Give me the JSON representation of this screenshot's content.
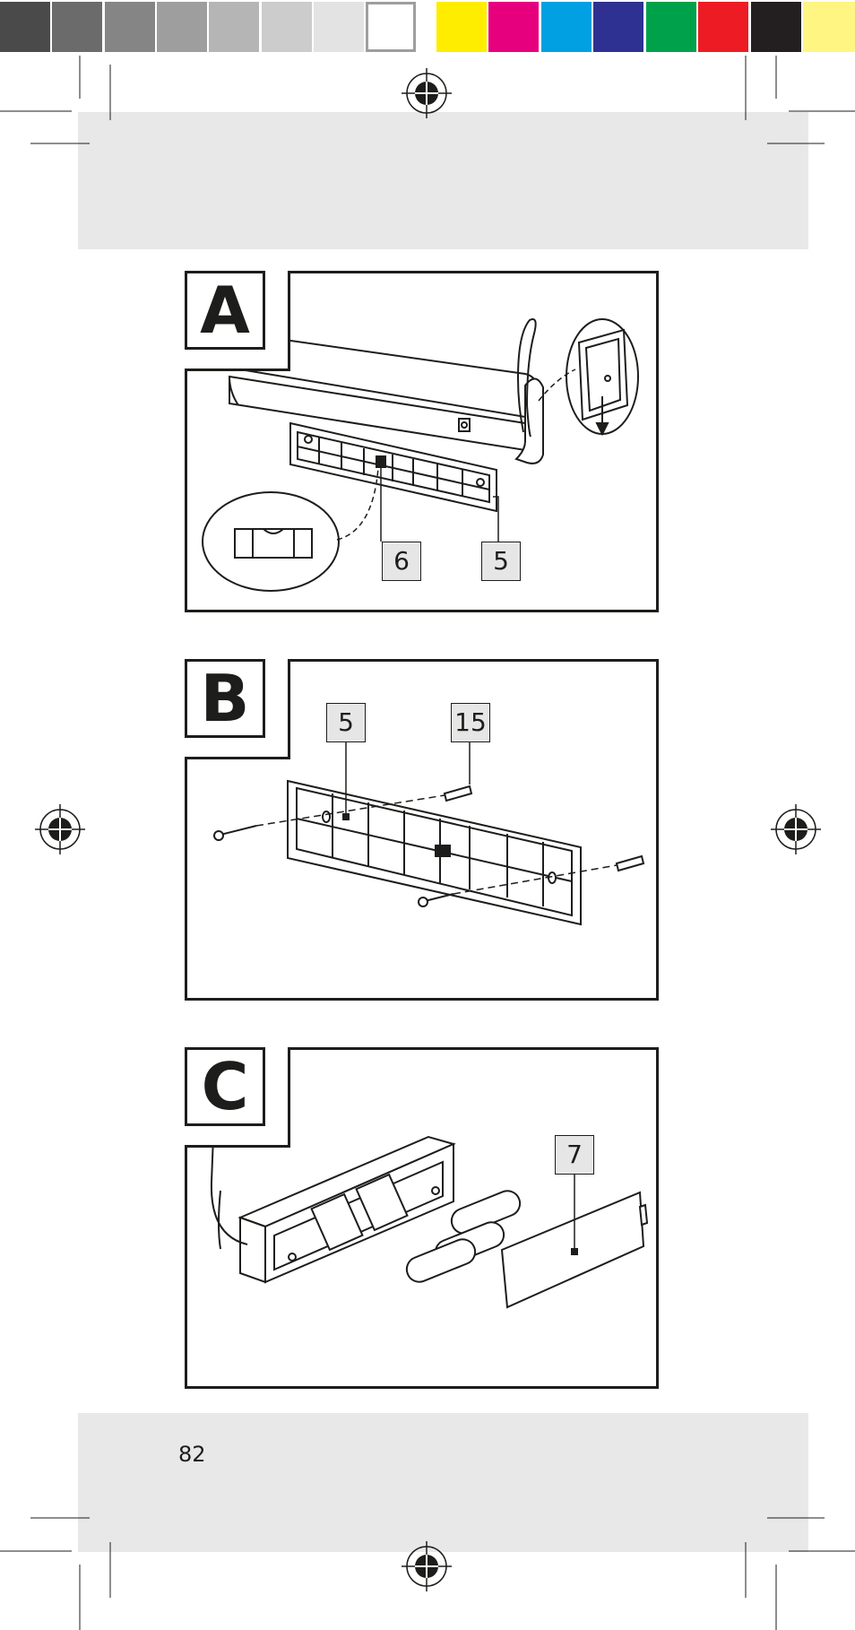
{
  "color_bar": {
    "greys": [
      "#4a4a4a",
      "#6b6b6b",
      "#858585",
      "#9e9e9e",
      "#b5b5b5",
      "#cccccc",
      "#e3e3e3",
      "#ffffff"
    ],
    "colors": [
      "#ffed00",
      "#e6007e",
      "#00a0e3",
      "#2e3192",
      "#00a14b",
      "#ed1c24",
      "#231f20",
      "#fff582"
    ]
  },
  "figures": [
    {
      "letter": "A",
      "callouts": [
        "6",
        "5"
      ]
    },
    {
      "letter": "B",
      "callouts": [
        "5",
        "15"
      ]
    },
    {
      "letter": "C",
      "callouts": [
        "7"
      ]
    }
  ],
  "page_number": "82"
}
